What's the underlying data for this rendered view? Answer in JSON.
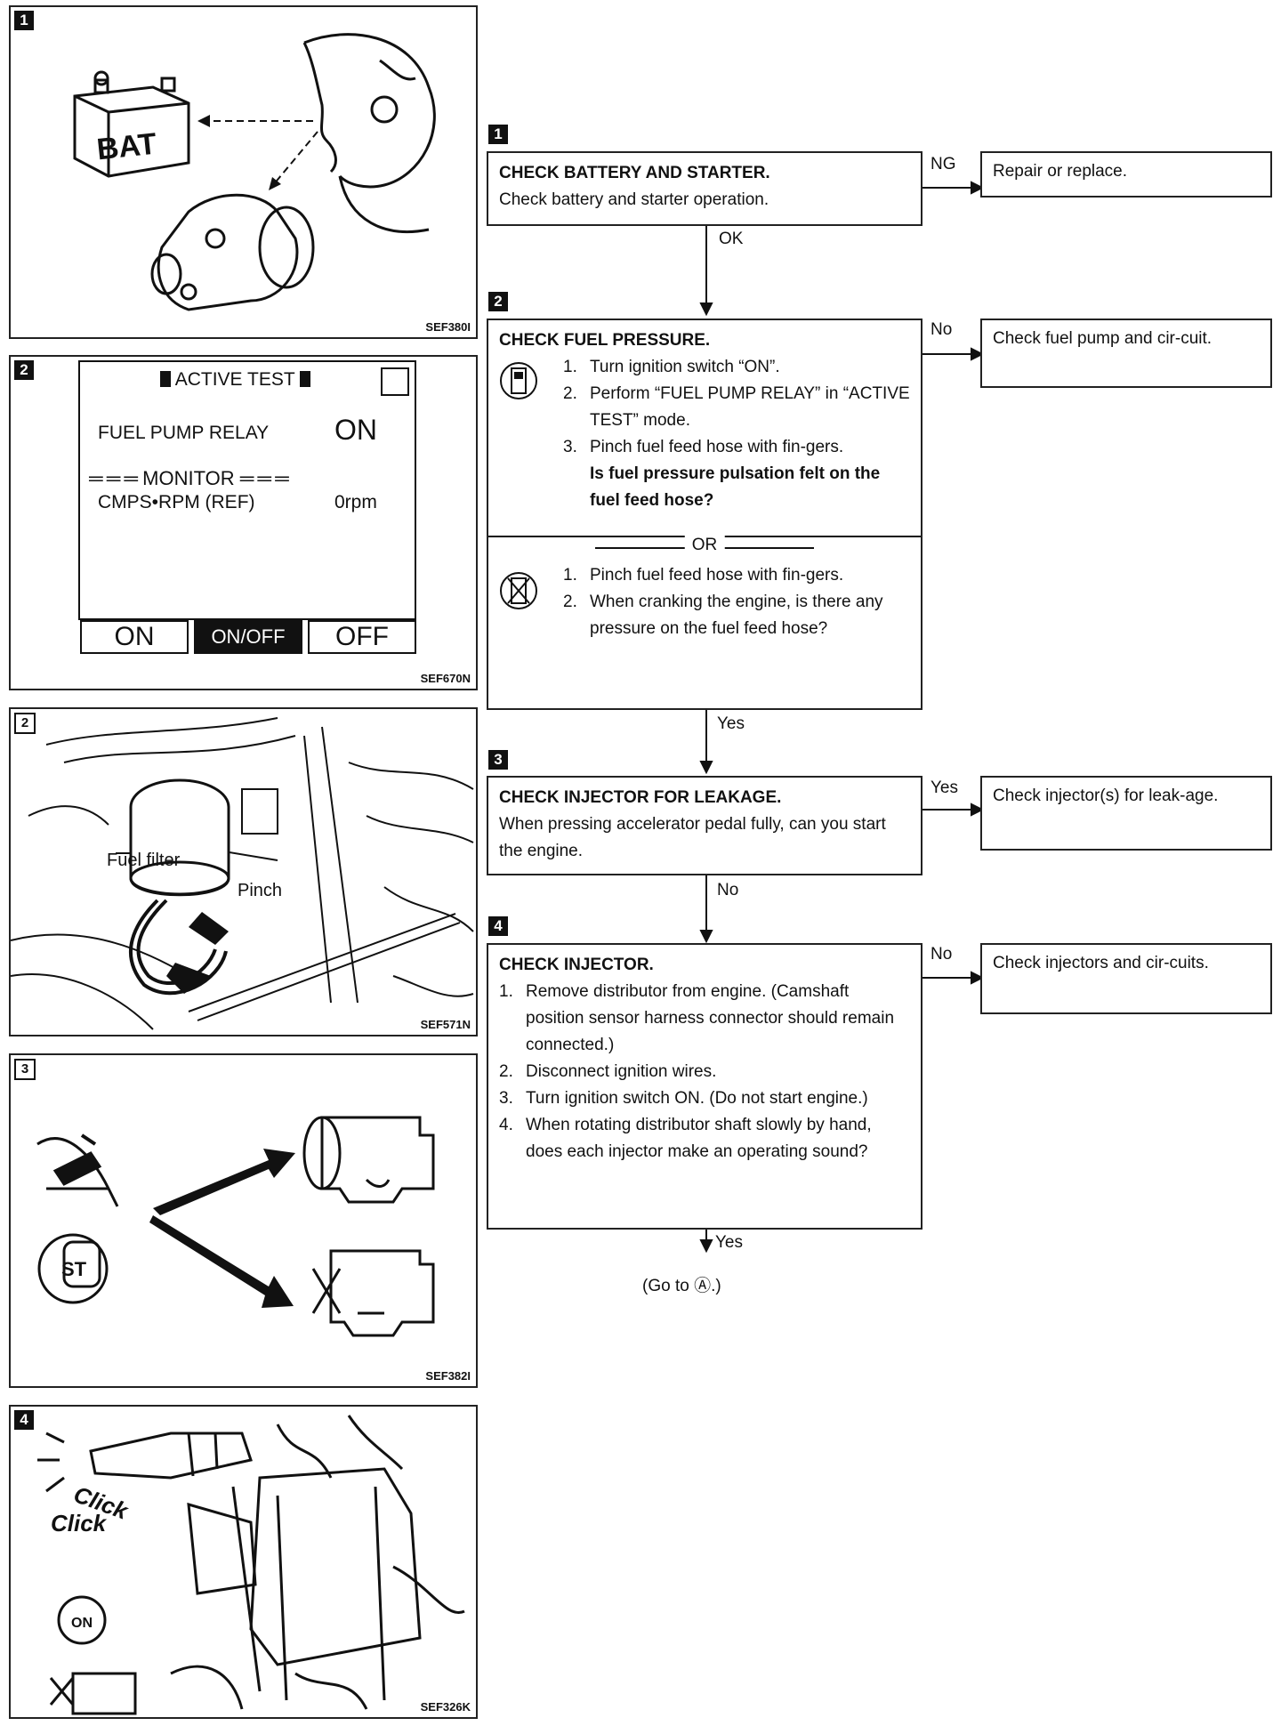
{
  "figures": {
    "fig1": {
      "num": "1",
      "code": "SEF380I",
      "battery_label": "BAT"
    },
    "fig2": {
      "num": "2",
      "code": "SEF670N",
      "screen_title": "ACTIVE TEST",
      "item_label": "FUEL PUMP RELAY",
      "item_value": "ON",
      "monitor_label": "MONITOR",
      "monitor_item": "CMPS•RPM (REF)",
      "monitor_value": "0rpm",
      "buttons": [
        "ON",
        "ON/OFF",
        "OFF"
      ]
    },
    "fig3": {
      "num": "2",
      "code": "SEF571N",
      "label_filter": "Fuel filter",
      "label_pinch": "Pinch"
    },
    "fig4": {
      "num": "3",
      "code": "SEF382I",
      "key_label": "ST"
    },
    "fig5": {
      "num": "4",
      "code": "SEF326K",
      "click1": "Click",
      "click2": "Click",
      "key_label": "ON"
    }
  },
  "flow": {
    "step1": {
      "num": "1",
      "title": "CHECK BATTERY AND STARTER.",
      "text": "Check battery and starter operation.",
      "ng_label": "NG",
      "ng_action": "Repair or replace.",
      "ok_label": "OK"
    },
    "step2": {
      "num": "2",
      "title": "CHECK FUEL PRESSURE.",
      "a_steps": [
        {
          "n": "1.",
          "text": "Turn ignition switch “ON”."
        },
        {
          "n": "2.",
          "text": "Perform “FUEL PUMP RELAY” in “ACTIVE TEST” mode."
        },
        {
          "n": "3.",
          "text": "Pinch fuel feed hose with fin-gers."
        }
      ],
      "a_question": "Is fuel pressure pulsation felt on the fuel feed hose?",
      "or_label": "OR",
      "b_steps": [
        {
          "n": "1.",
          "text": "Pinch fuel feed hose with fin-gers."
        },
        {
          "n": "2.",
          "text": "When cranking the engine, is there any pressure on the fuel feed hose?"
        }
      ],
      "no_label": "No",
      "no_action": "Check fuel pump and cir-cuit.",
      "yes_label": "Yes"
    },
    "step3": {
      "num": "3",
      "title": "CHECK INJECTOR FOR LEAKAGE.",
      "text": "When pressing accelerator pedal fully, can you start the engine.",
      "yes_label": "Yes",
      "yes_action": "Check injector(s) for leak-age.",
      "no_label": "No"
    },
    "step4": {
      "num": "4",
      "title": "CHECK INJECTOR.",
      "steps": [
        {
          "n": "1.",
          "text": "Remove distributor from engine. (Camshaft position sensor harness connector should remain connected.)"
        },
        {
          "n": "2.",
          "text": "Disconnect ignition wires."
        },
        {
          "n": "3.",
          "text": "Turn ignition switch ON. (Do not start engine.)"
        },
        {
          "n": "4.",
          "text": "When rotating distributor shaft slowly by hand, does each injector make an operating sound?"
        }
      ],
      "no_label": "No",
      "no_action": "Check injectors and cir-cuits.",
      "yes_label": "Yes",
      "goto": "(Go to Ⓐ.)"
    }
  }
}
